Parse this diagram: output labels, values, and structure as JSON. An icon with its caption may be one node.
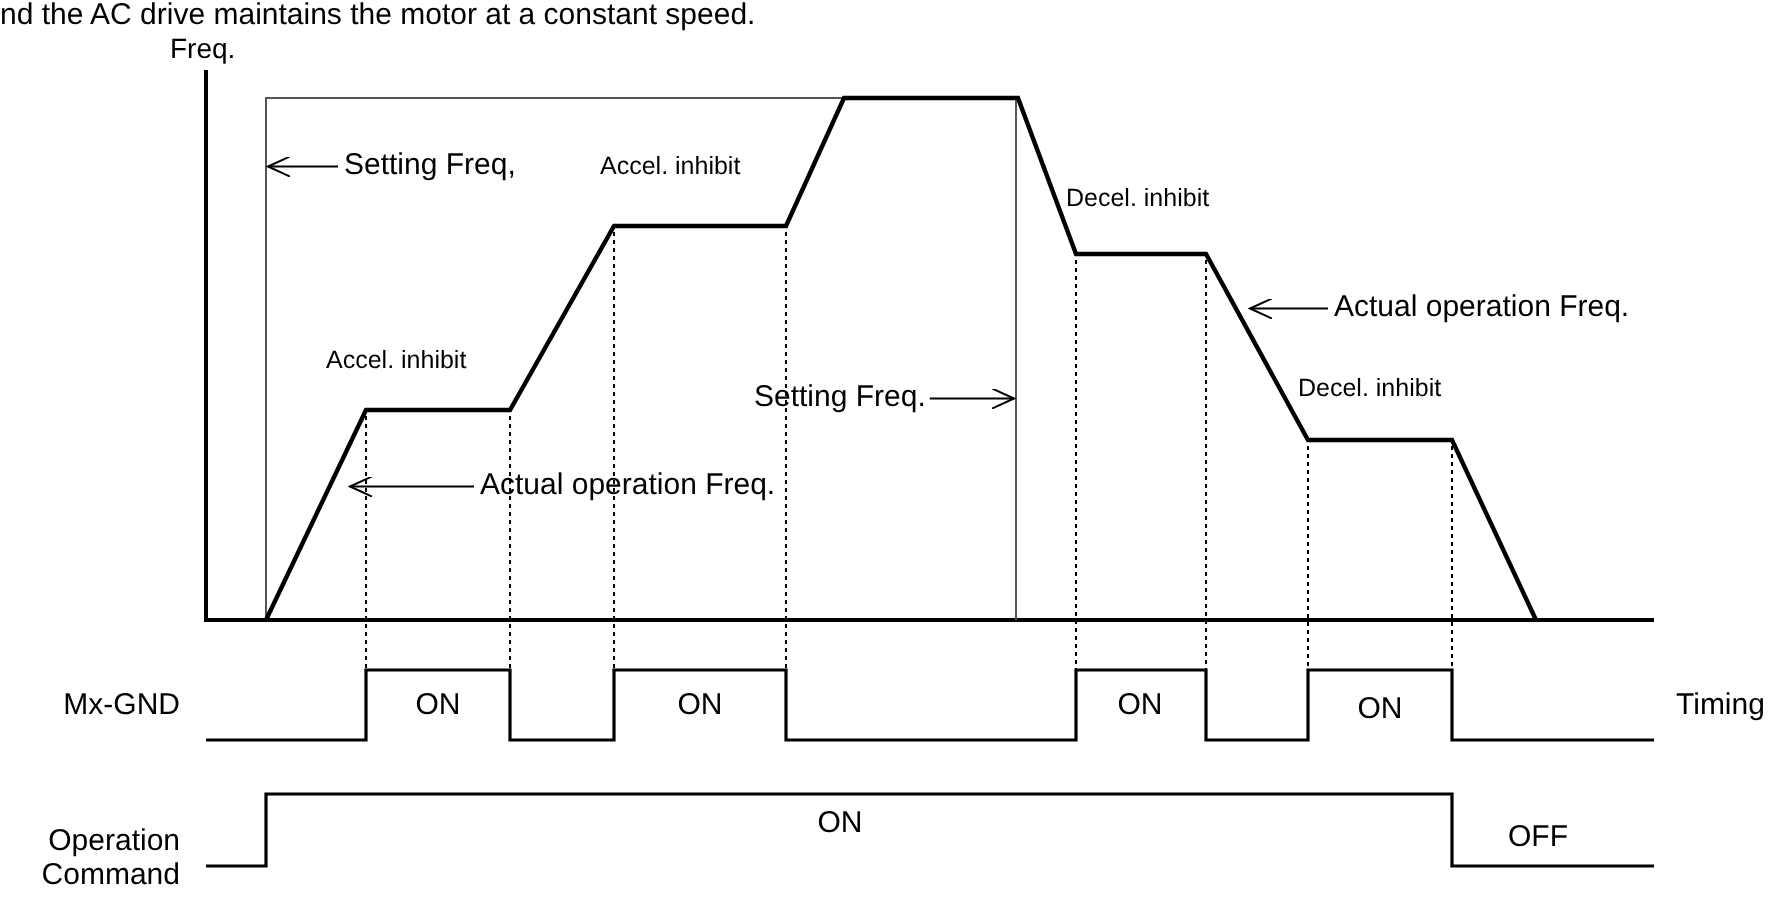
{
  "diagram": {
    "nodes": [
      {
        "text": [
          "Setting Freq,"
        ]
      },
      {
        "text": [
          "Actual operation Freq."
        ]
      },
      {
        "text": [
          "Setting Freq."
        ]
      },
      {
        "text": [
          "Actual operation Freq."
        ]
      }
    ],
    "edges": [
      {
        "from": 0,
        "to": null,
        "arrow": "to"
      },
      {
        "from": 1,
        "to": null,
        "arrow": "to"
      },
      {
        "from": 2,
        "to": null,
        "arrow": "to"
      },
      {
        "from": 3,
        "to": null,
        "arrow": "to"
      }
    ],
    "labels": [
      "nd the AC drive maintains the motor at a constant speed.",
      "Freq.",
      "Accel. inhibit",
      "Decel. inhibit",
      "Accel. inhibit",
      "Decel. inhibit",
      "Mx-GND",
      "ON",
      "ON",
      "ON",
      "ON",
      "Timing",
      "Operation Command",
      "ON",
      "OFF"
    ]
  }
}
